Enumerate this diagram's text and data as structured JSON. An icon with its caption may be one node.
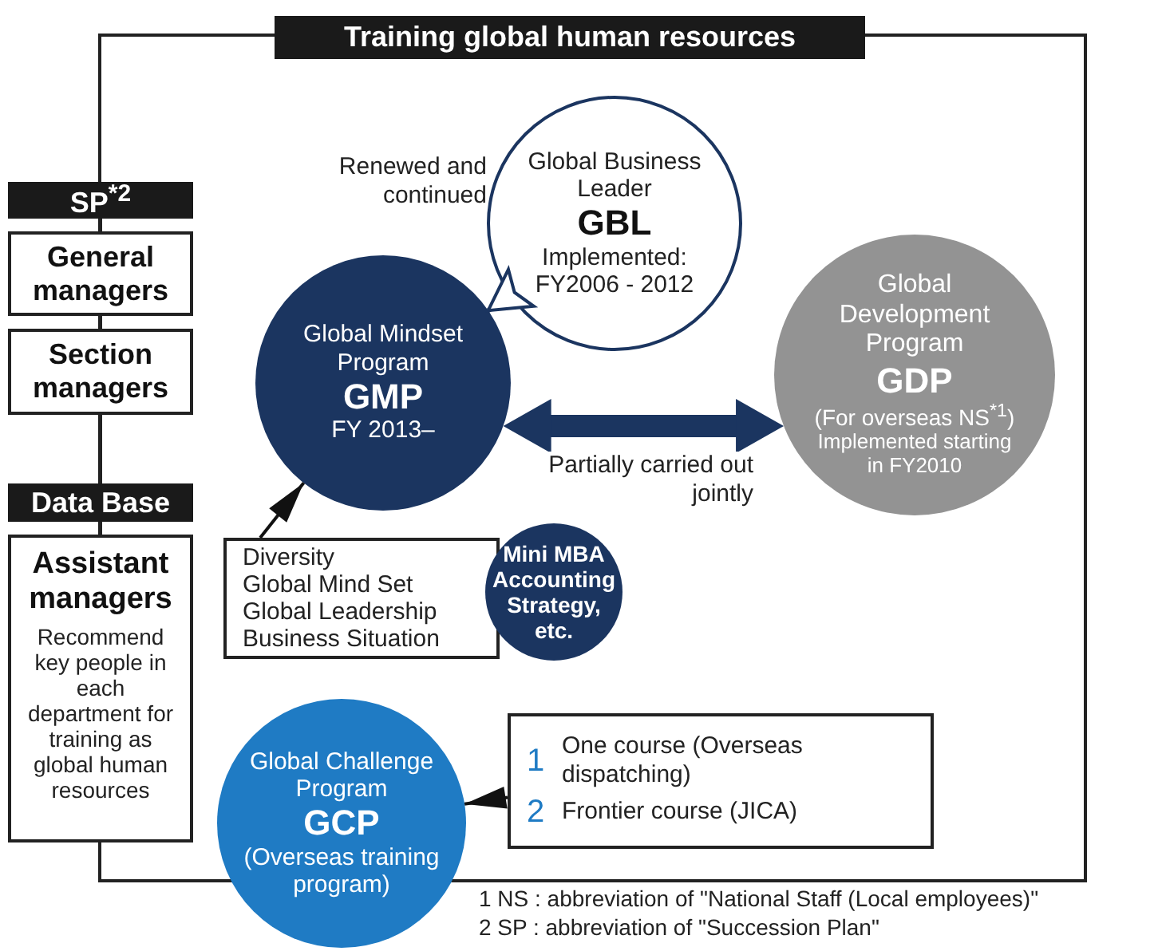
{
  "diagram": {
    "title": "Training global human resources",
    "nodes": [
      {
        "text": [
          "SP$^{*2}$"
        ]
      },
      {
        "text": [
          "General managers"
        ]
      },
      {
        "text": [
          "Section managers"
        ]
      },
      {
        "text": [
          "Data Base"
        ]
      },
      {
        "text": [
          "Assistant managers",
          "Recommend key people in each department for training as global human resources"
        ]
      },
      {
        "text": [
          "Global Business Leader",
          "GBL",
          "Implemented: FY2006 - 2012"
        ]
      },
      {
        "text": [
          "Global Mindset Program",
          "GMP",
          "FY 2013–"
        ]
      },
      {
        "text": [
          "Global Development Program",
          "GDP",
          "(For overseas NS$^{*1}$)",
          "Implemented starting in FY2010"
        ]
      },
      {
        "text": [
          "Diversity",
          "Global Mind Set",
          "Global Leadership",
          "Business Situation"
        ]
      },
      {
        "text": [
          "Mini MBA Accounting Strategy, etc."
        ]
      },
      {
        "text": [
          "Global Challenge Program",
          "GCP",
          "(Overseas training program)"
        ]
      },
      {
        "text": [
          "1",
          "One course (Overseas dispatching)",
          "2",
          "Frontier course (JICA)"
        ]
      }
    ],
    "edges": [
      {
        "from": 0,
        "to": 1,
        "arrow": "none"
      },
      {
        "from": 1,
        "to": 2,
        "arrow": "none"
      },
      {
        "from": 2,
        "to": 3,
        "arrow": "none"
      },
      {
        "from": 3,
        "to": 4,
        "arrow": "none"
      },
      {
        "from": 5,
        "to": 6,
        "arrow": "to",
        "label": "Renewed and continued"
      },
      {
        "from": 6,
        "to": 7,
        "arrow": "both",
        "label": "Partially carried out jointly",
        "style": "thick"
      },
      {
        "from": 8,
        "to": 6,
        "arrow": "to"
      },
      {
        "from": 11,
        "to": 10,
        "arrow": "to"
      }
    ],
    "labels": [
      "1 NS : abbreviation of \"National Staff (Local employees)\"",
      "2 SP : abbreviation of \"Succession Plan\""
    ]
  }
}
